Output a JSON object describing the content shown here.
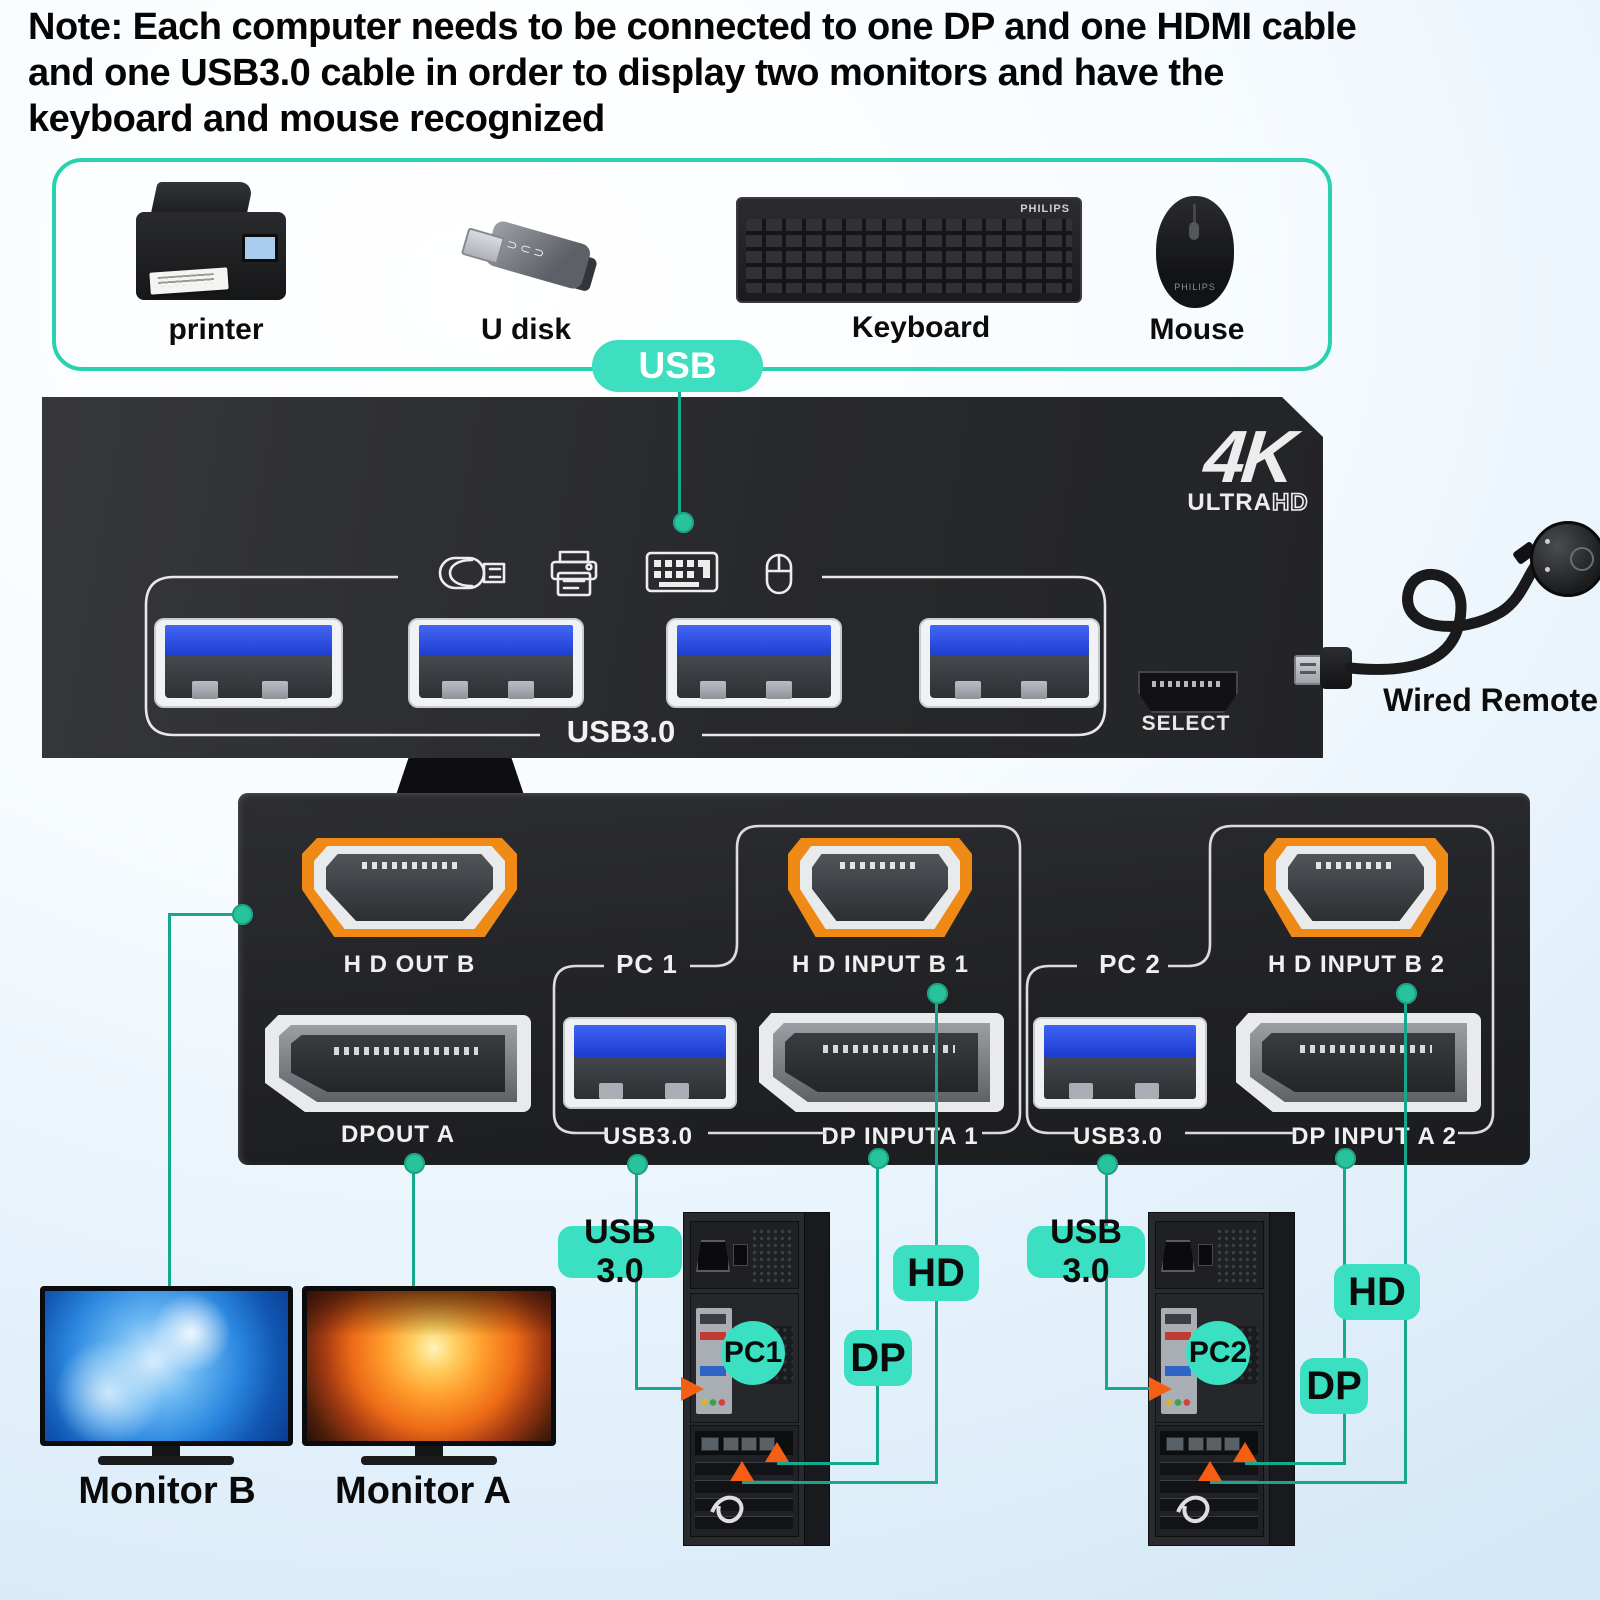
{
  "note": {
    "line1": "Note: Each computer needs to be connected to one DP and one HDMI cable",
    "line2": "and one USB3.0 cable in order to display two monitors and have the",
    "line3": "keyboard and mouse recognized"
  },
  "devices_box": {
    "printer": "printer",
    "udisk": "U disk",
    "keyboard": "Keyboard",
    "mouse": "Mouse",
    "keyboard_brand": "PHILIPS",
    "mouse_brand": "PHILIPS",
    "usb_tag": "USB"
  },
  "front_panel": {
    "logo_top": "4K",
    "logo_ultra": "ULTRA",
    "logo_hd": "HD",
    "usb_group": "USB3.0",
    "select": "SELECT"
  },
  "remote": {
    "label": "Wired Remote"
  },
  "back_panel": {
    "hd_out_b": "H D OUT B",
    "dp_out_a": "DPOUT A",
    "pc1": "PC 1",
    "hd_input_b1": "H D INPUT B 1",
    "usb1": "USB3.0",
    "dp_input_a1": "DP INPUTA 1",
    "pc2": "PC 2",
    "hd_input_b2": "H D INPUT B 2",
    "usb2": "USB3.0",
    "dp_input_a2": "DP INPUT A 2"
  },
  "monitors": {
    "b": "Monitor B",
    "a": "Monitor A"
  },
  "pc_towers": {
    "pc1": {
      "name": "PC1",
      "usb": "USB 3.0",
      "hd": "HD",
      "dp": "DP"
    },
    "pc2": {
      "name": "PC2",
      "usb": "USB 3.0",
      "hd": "HD",
      "dp": "DP"
    }
  },
  "colors": {
    "accent_teal": "#3ae0c1",
    "line_teal": "#16a88d",
    "dot_teal": "#28c29b",
    "box_border_teal": "#29d1ae",
    "hdmi_orange": "#ef8a16",
    "arrow_orange": "#f55f14"
  }
}
